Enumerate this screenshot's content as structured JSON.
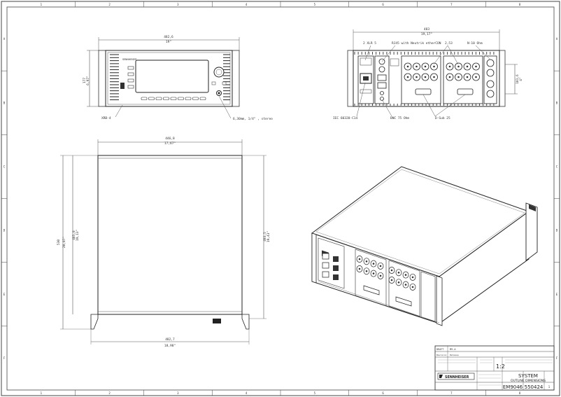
{
  "border": {
    "cols": [
      "1",
      "2",
      "3",
      "4",
      "5",
      "6",
      "7",
      "8"
    ],
    "rows": [
      "A",
      "B",
      "C",
      "D",
      "E",
      "F"
    ]
  },
  "front_view": {
    "width_mm": "482,6",
    "width_in": "19\"",
    "height_mm": "177",
    "height_in": "6,97\"",
    "label_left": "XRB-4",
    "label_right": "6,30mm, 1/4\" , stereo",
    "brand": "SENNHEISER"
  },
  "rear_view": {
    "width_mm": "483",
    "width_in": "19,17\"",
    "right_dim_mm": "101,6",
    "right_dim_in": "4\"",
    "callouts_top": [
      "2 XLR 5",
      "RJ45 with Neutrik etherCON",
      "2,53",
      "N-10 Ohm"
    ],
    "callouts_bottom": [
      "IEC 60320-C14",
      "BNC 75 Ohm",
      "D-Sub 25"
    ]
  },
  "top_view": {
    "width_mm": "446,8",
    "width_in": "17,67\"",
    "depth_mm": "530",
    "depth_in": "20,87\"",
    "inner_depth_mm": "485,8",
    "inner_depth_in": "19,13\"",
    "right_depth_mm": "493,5",
    "right_depth_in": "19,43\"",
    "bottom_width_mm": "482,7",
    "bottom_width_in": "18,98\""
  },
  "title_block": {
    "brand": "SENNHEISER",
    "title": "SYSTEM",
    "subtitle": "OUTLINE DIMENSIONS",
    "scale": "1:2",
    "drawing_no": "EM9046",
    "part_no": "550424",
    "sheet": "1",
    "fields": [
      "DRAFT",
      "M9-A",
      "Revision",
      "Release"
    ]
  }
}
